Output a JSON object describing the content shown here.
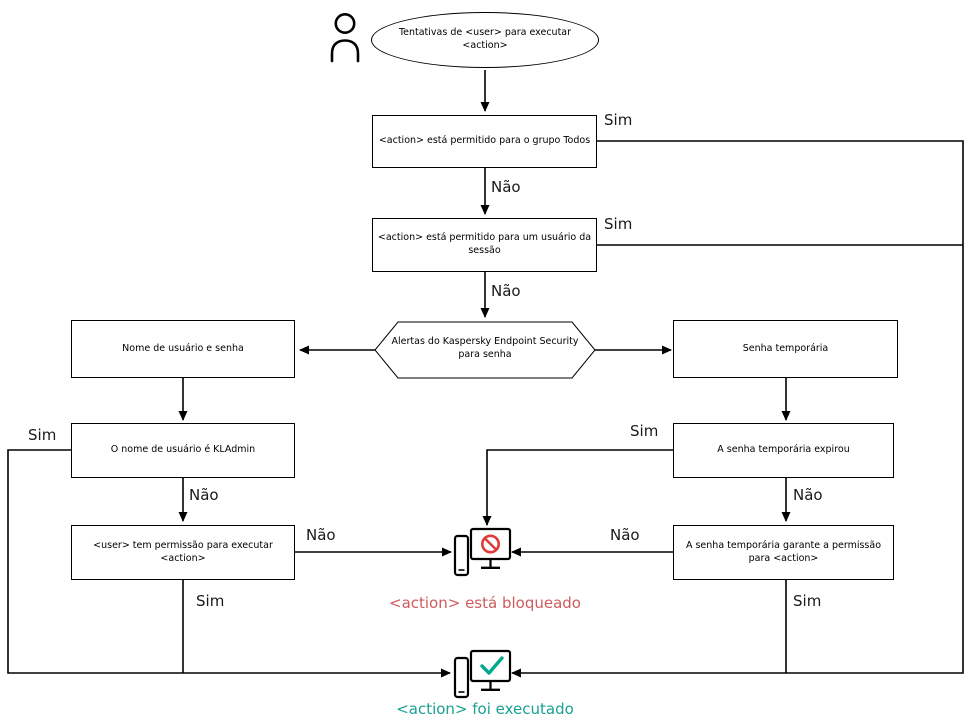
{
  "diagram": {
    "nodes": {
      "start": {
        "label": "Tentativas de <user> para executar\n<action>"
      },
      "allowed_group": {
        "label": "<action> está permitido para o grupo Todos"
      },
      "allowed_session": {
        "label": "<action> está permitido para um usuário da\nsessão"
      },
      "kes_password_prompt": {
        "label": "Alertas do Kaspersky Endpoint Security\npara senha"
      },
      "username_password": {
        "label": "Nome de usuário e senha"
      },
      "is_kladmin": {
        "label": "O nome de usuário é KLAdmin"
      },
      "user_permission": {
        "label": "<user> tem permissão para executar\n<action>"
      },
      "temp_password": {
        "label": "Senha temporária"
      },
      "temp_expired": {
        "label": "A senha temporária expirou"
      },
      "temp_grants": {
        "label": "A senha temporária garante a permissão\npara <action>"
      }
    },
    "outcomes": {
      "blocked": {
        "label": "<action> está bloqueado"
      },
      "executed": {
        "label": "<action> foi executado"
      }
    },
    "edge_labels": {
      "yes": "Sim",
      "no": "Não"
    },
    "colors": {
      "line": "#000000",
      "blocked_icon": "#e03a3a",
      "blocked_label": "#cd5c5c",
      "executed_icon": "#00a88e",
      "executed_label": "#1aa192"
    }
  }
}
